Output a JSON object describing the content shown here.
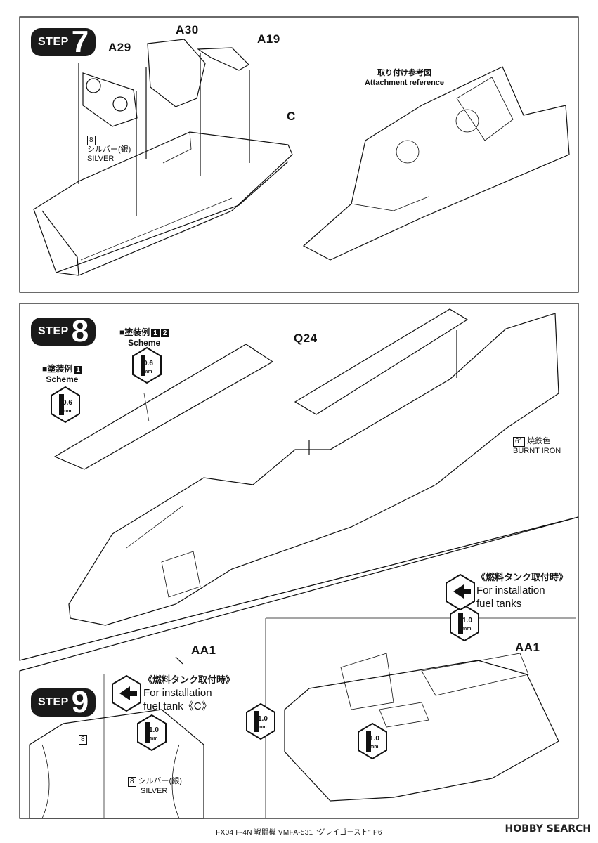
{
  "step7": {
    "badge_word": "STEP",
    "badge_num": "7",
    "parts": [
      "A30",
      "A19",
      "A29",
      "C"
    ],
    "paint_num": "8",
    "paint_jp": "シルバー(銀)",
    "paint_en": "SILVER",
    "ref_jp": "取り付け参考図",
    "ref_en": "Attachment reference"
  },
  "step8": {
    "badge_word": "STEP",
    "badge_num": "8",
    "part": "Q24",
    "scheme12_label": "■塗装例",
    "scheme12_n1": "1",
    "scheme12_n2": "2",
    "scheme12_en": "Scheme",
    "scheme1_label": "■塗装例",
    "scheme1_n1": "1",
    "scheme1_en": "Scheme",
    "drill_a": "0.6",
    "drill_b": "0.6",
    "drill_unit": "mm",
    "paint_num": "61",
    "paint_jp": "焼鉄色",
    "paint_en": "BURNT IRON"
  },
  "fuel_tanks_box": {
    "jp": "《燃料タンク取付時》",
    "en1": "For installation",
    "en2": "fuel tanks",
    "drill": "1.0",
    "drill_unit": "mm",
    "part": "AA1",
    "drill2": "1.0",
    "drill3": "1.0"
  },
  "step9": {
    "badge_word": "STEP",
    "badge_num": "9",
    "part": "AA1",
    "jp": "《燃料タンク取付時》",
    "en1": "For installation",
    "en2": "fuel tank《C》",
    "drill": "1.0",
    "drill_unit": "mm",
    "paint_num_a": "8",
    "paint_num_b": "8",
    "paint_jp": "シルバー(銀)",
    "paint_en": "SILVER"
  },
  "footer": "FX04 F-4N 戦闘機 VMFA-531 \"グレイゴースト\" P6",
  "watermark": "HOBBY SEARCH"
}
